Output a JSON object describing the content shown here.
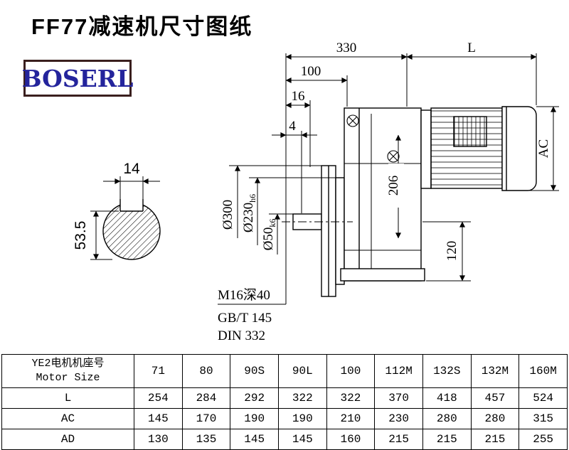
{
  "title": "FF77减速机尺寸图纸",
  "logo": "BOSERL",
  "colors": {
    "logo-border": "#3a1f1e",
    "logo-text": "#24249c"
  },
  "dims": {
    "top_330": "330",
    "top_L": "L",
    "d100": "100",
    "d16": "16",
    "d4": "4",
    "ac": "AC",
    "d206": "206",
    "d120": "120",
    "dia300": "Ø300",
    "dia230": "Ø230",
    "dia230_tol": "h6",
    "dia50": "Ø50",
    "dia50_tol": "k6",
    "key_width": "14",
    "key_height": "53.5",
    "note_m16": "M16深40",
    "note_gbt": "GB/T 145",
    "note_din": "DIN 332"
  },
  "table": {
    "row_label_line1": "YE2电机机座号",
    "row_label_line2": "Motor Size",
    "columns": [
      "71",
      "80",
      "90S",
      "90L",
      "100",
      "112M",
      "132S",
      "132M",
      "160M"
    ],
    "rows": [
      {
        "label": "L",
        "values": [
          "254",
          "284",
          "292",
          "322",
          "322",
          "370",
          "418",
          "457",
          "524"
        ]
      },
      {
        "label": "AC",
        "values": [
          "145",
          "170",
          "190",
          "190",
          "210",
          "230",
          "280",
          "280",
          "315"
        ]
      },
      {
        "label": "AD",
        "values": [
          "130",
          "135",
          "145",
          "145",
          "160",
          "215",
          "215",
          "215",
          "255"
        ]
      }
    ]
  }
}
